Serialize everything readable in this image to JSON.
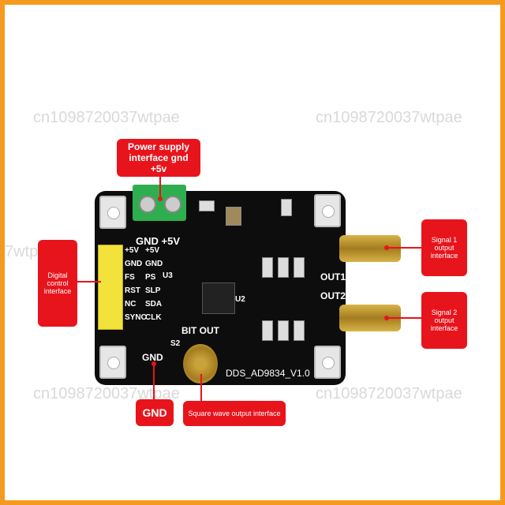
{
  "watermark": "cn1098720037wtpae",
  "watermark_partial": "7wtpae",
  "callouts": {
    "power": "Power supply interface gnd +5v",
    "digital": "Digital control interface",
    "signal1": "Signal 1 output interface",
    "signal2": "Signal 2 output interface",
    "gnd": "GND",
    "square": "Square wave output interface"
  },
  "board": {
    "name": "DDS_AD9834_V1.0",
    "gnd_plus5v": "GND +5V",
    "out1": "OUT1",
    "out2": "OUT2",
    "bit_out": "BIT OUT",
    "gnd_label": "GND",
    "s2": "S2",
    "u3": "U3",
    "u2": "U2",
    "pins_left": [
      "+5V",
      "GND",
      "FS",
      "RST",
      "NC",
      "SYNC"
    ],
    "pins_right": [
      "+5V",
      "GND",
      "PS",
      "SLP",
      "SDA",
      "CLK"
    ]
  }
}
